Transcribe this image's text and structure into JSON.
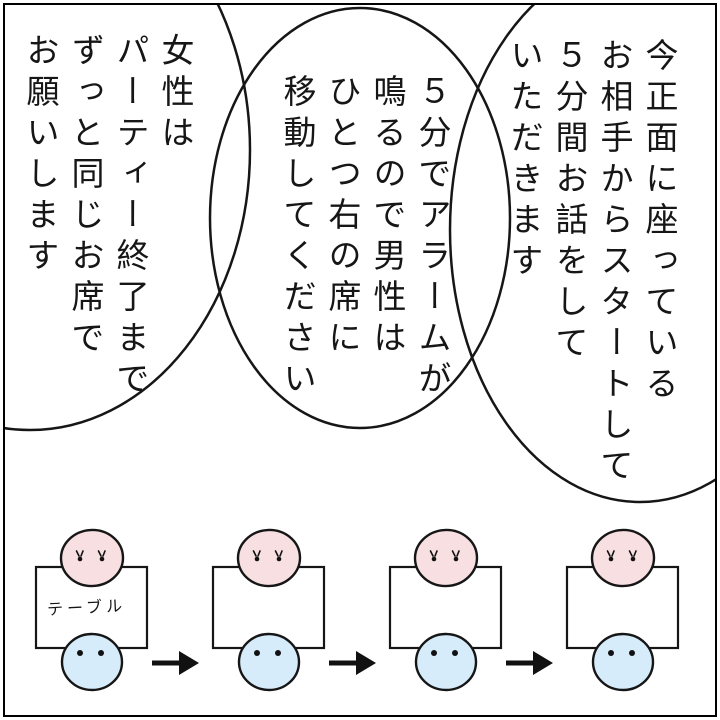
{
  "panel": {
    "bubbles": {
      "right": {
        "lines": [
          "今正面に座っている",
          "お相手からスタートして",
          "５分間お話をして",
          "いただきます"
        ]
      },
      "middle": {
        "lines": [
          "５分でアラームが",
          "鳴るので男性は",
          "ひとつ右の席に",
          "移動してください"
        ]
      },
      "left": {
        "lines": [
          "女性は",
          "パーティー終了まで",
          "ずっと同じお席で",
          "お願いします"
        ]
      }
    },
    "diagram": {
      "table_label": "テーブル",
      "table_count": 4,
      "arrow": "→",
      "colors": {
        "female_pink": "#f8dfe1",
        "male_blue": "#d6ecfa",
        "line": "#161616",
        "background": "#ffffff"
      }
    }
  }
}
